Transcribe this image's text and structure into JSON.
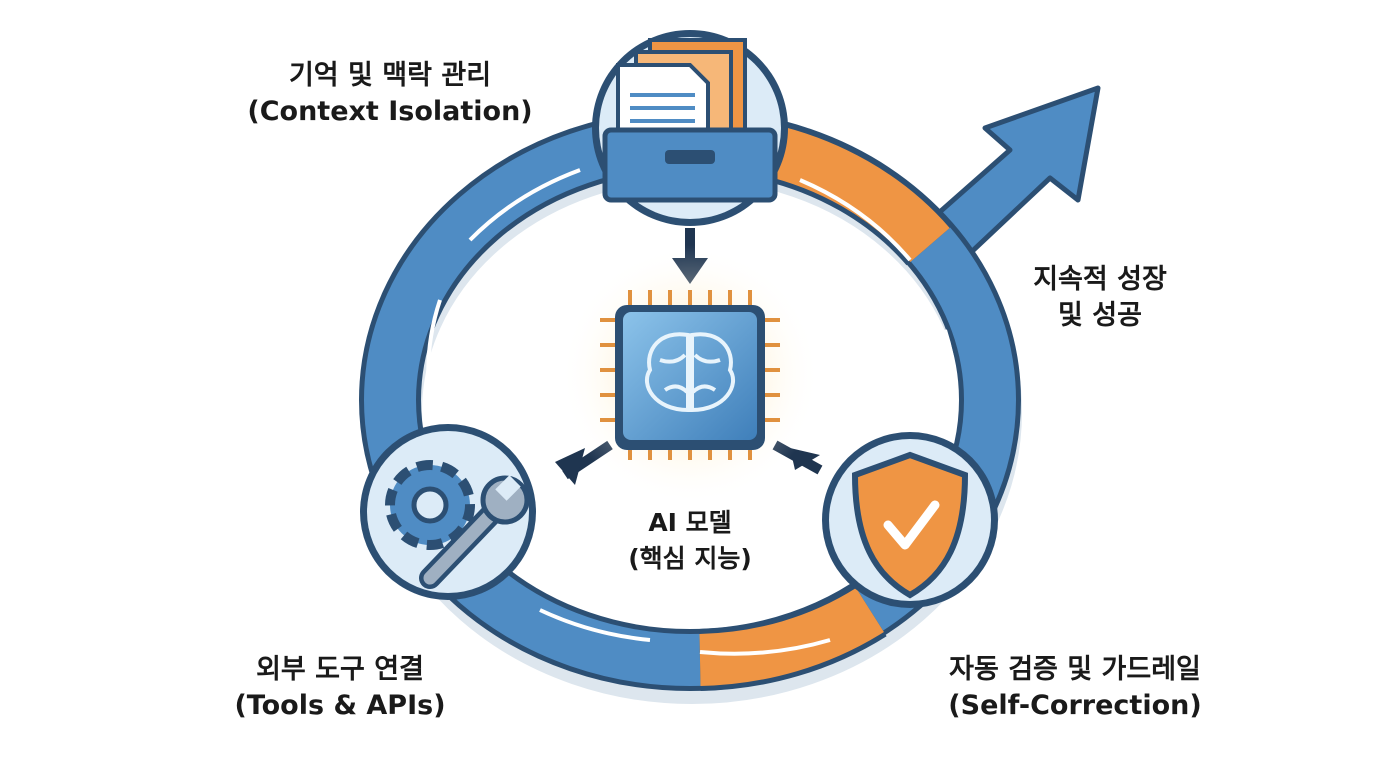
{
  "labels": {
    "memory": {
      "title": "기억 및 맥락 관리",
      "subtitle": "(Context Isolation)"
    },
    "growth": {
      "line1": "지속적 성장",
      "line2": "및 성공"
    },
    "model": {
      "title": "AI 모델",
      "subtitle": "(핵심 지능)"
    },
    "tools": {
      "title": "외부 도구 연결",
      "subtitle": "(Tools & APIs)"
    },
    "verify": {
      "title": "자동 검증 및 가드레일",
      "subtitle": "(Self-Correction)"
    }
  },
  "colors": {
    "blue": "#4f8cc4",
    "blue_dark": "#2c4f73",
    "orange": "#ef9544",
    "node_fill": "#dcebf7"
  }
}
